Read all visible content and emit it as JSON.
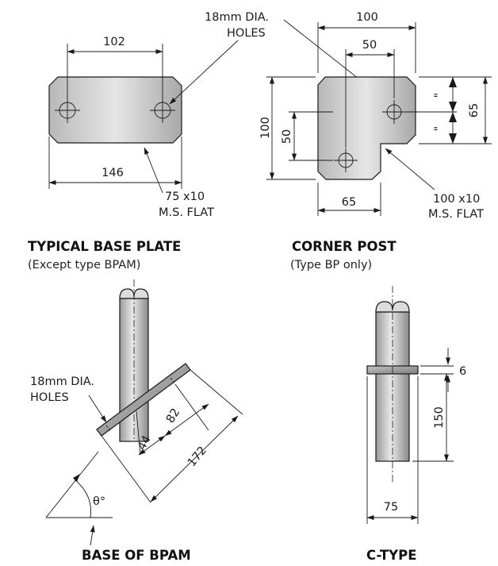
{
  "base_plate": {
    "dim_top": "102",
    "dim_bottom": "146",
    "note_line1": "75 x10",
    "note_line2": "M.S. FLAT",
    "caption": "TYPICAL BASE PLATE",
    "subcaption": "(Except type BPAM)"
  },
  "holes_note": {
    "line1": "18mm DIA.",
    "line2": "HOLES"
  },
  "corner_post": {
    "dim_top": "100",
    "dim_inner": "50",
    "dim_left": "100",
    "dim_left_inner": "50",
    "dim_right": "65",
    "equal_mark": "\"",
    "dim_bottom": "65",
    "note_line1": "100 x10",
    "note_line2": "M.S. FLAT",
    "caption": "CORNER POST",
    "subcaption": "(Type BP only)"
  },
  "bpam": {
    "holes_line1": "18mm DIA.",
    "holes_line2": "HOLES",
    "dim_44": "44",
    "dim_82": "82",
    "dim_172": "172",
    "angle": "θ°",
    "caption": "BASE OF BPAM"
  },
  "ctype": {
    "dim_6": "6",
    "dim_150": "150",
    "dim_75": "75",
    "caption": "C-TYPE"
  },
  "colors": {
    "metal_light": "#e4e4e4",
    "metal_dark": "#9a9a9a",
    "line": "#1a1a1a"
  }
}
